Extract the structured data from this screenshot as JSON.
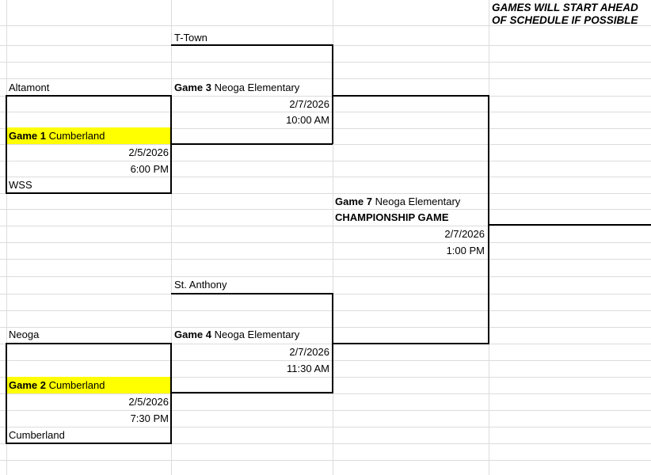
{
  "sheet": {
    "note": "GAMES WILL START AHEAD OF SCHEDULE IF POSSIBLE"
  },
  "colors": {
    "highlight": "#FFFF00",
    "gridline": "#DCDCDC",
    "bracket_line": "#000000"
  },
  "teams": {
    "altamont": "Altamont",
    "wss": "WSS",
    "ttown": "T-Town",
    "stanthony": "St. Anthony",
    "neoga": "Neoga",
    "cumberland": "Cumberland"
  },
  "games": {
    "game1": {
      "label": "Game 1",
      "host": "Cumberland",
      "date": "2/5/2026",
      "time": "6:00 PM"
    },
    "game2": {
      "label": "Game 2",
      "host": "Cumberland",
      "date": "2/5/2026",
      "time": "7:30 PM"
    },
    "game3": {
      "label": "Game 3",
      "host": "Neoga Elementary",
      "date": "2/7/2026",
      "time": "10:00 AM"
    },
    "game4": {
      "label": "Game 4",
      "host": "Neoga Elementary",
      "date": "2/7/2026",
      "time": "11:30 AM"
    },
    "game7": {
      "label": "Game 7",
      "host": "Neoga Elementary",
      "subtitle": "CHAMPIONSHIP GAME",
      "date": "2/7/2026",
      "time": "1:00 PM"
    }
  }
}
